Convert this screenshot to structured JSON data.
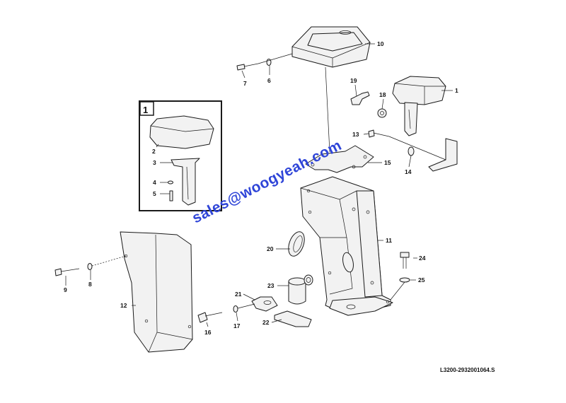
{
  "diagram": {
    "reference": "L3200-2932001064.S",
    "watermark": "sales@woogyeah.com",
    "inset_label": "1",
    "callouts": [
      {
        "id": "10",
        "text": "10"
      },
      {
        "id": "7",
        "text": "7"
      },
      {
        "id": "6",
        "text": "6"
      },
      {
        "id": "19",
        "text": "19"
      },
      {
        "id": "18",
        "text": "18"
      },
      {
        "id": "1",
        "text": "1"
      },
      {
        "id": "13",
        "text": "13"
      },
      {
        "id": "14",
        "text": "14"
      },
      {
        "id": "15",
        "text": "15"
      },
      {
        "id": "2",
        "text": "2"
      },
      {
        "id": "3",
        "text": "3"
      },
      {
        "id": "4",
        "text": "4"
      },
      {
        "id": "5",
        "text": "5"
      },
      {
        "id": "11",
        "text": "11"
      },
      {
        "id": "20",
        "text": "20"
      },
      {
        "id": "24",
        "text": "24"
      },
      {
        "id": "25",
        "text": "25"
      },
      {
        "id": "9",
        "text": "9"
      },
      {
        "id": "8",
        "text": "8"
      },
      {
        "id": "12",
        "text": "12"
      },
      {
        "id": "23",
        "text": "23"
      },
      {
        "id": "21",
        "text": "21"
      },
      {
        "id": "16",
        "text": "16"
      },
      {
        "id": "17",
        "text": "17"
      },
      {
        "id": "22",
        "text": "22"
      }
    ]
  }
}
